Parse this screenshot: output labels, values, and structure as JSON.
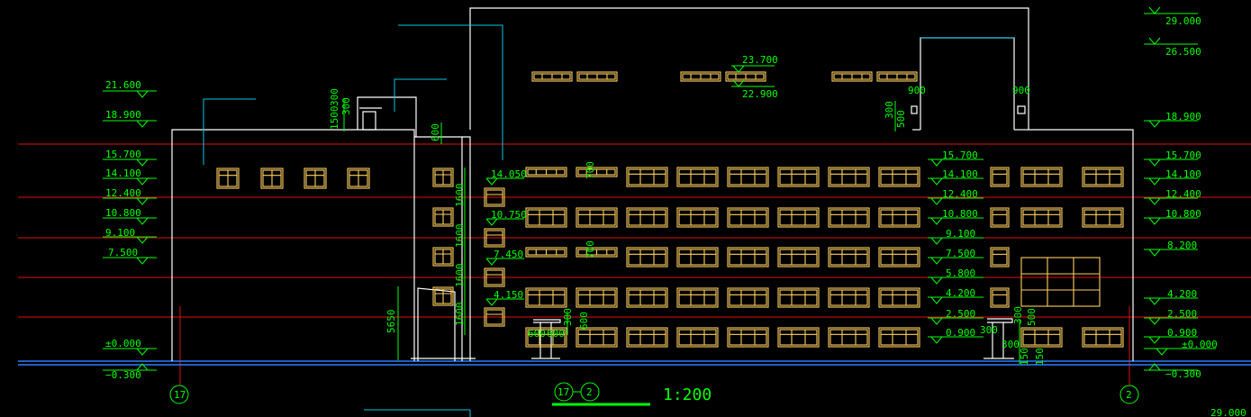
{
  "drawing": {
    "scale": "1:200",
    "axis_caption_left": "17",
    "axis_caption_right": "2",
    "axis_left": "17",
    "axis_right": "2"
  },
  "elevations_left": [
    "21.600",
    "18.900",
    "15.700",
    "14.100",
    "12.400",
    "10.800",
    "9.100",
    "7.500",
    "±0.000",
    "−0.300"
  ],
  "elevations_right": [
    "29.000",
    "26.500",
    "18.900",
    "15.700",
    "14.100",
    "12.400",
    "10.800",
    "8.200",
    "4.200",
    "2.500",
    "0.900",
    "±0.000",
    "−0.300"
  ],
  "elevations_mid": [
    "15.700",
    "14.100",
    "12.400",
    "10.800",
    "9.100",
    "7.500",
    "5.800",
    "4.200",
    "2.500",
    "0.900"
  ],
  "elevations_stair": [
    "14.050",
    "10.750",
    "7.450",
    "4.150"
  ],
  "elevations_roof": [
    "23.700",
    "22.900"
  ],
  "dims": {
    "d1500": "1500",
    "d300a": "300",
    "d600": "600",
    "d1600": "1600",
    "d5650": "5650",
    "d700": "700",
    "d900a": "900",
    "d900b": "900",
    "d300b": "300",
    "d500a": "500",
    "d600a": "600",
    "d600b": "600",
    "d300c": "300",
    "d600c": "600",
    "d300d": "300",
    "d300e": "300",
    "d500b": "500",
    "d150a": "150",
    "d150b": "150"
  },
  "corner_label": "29.000"
}
